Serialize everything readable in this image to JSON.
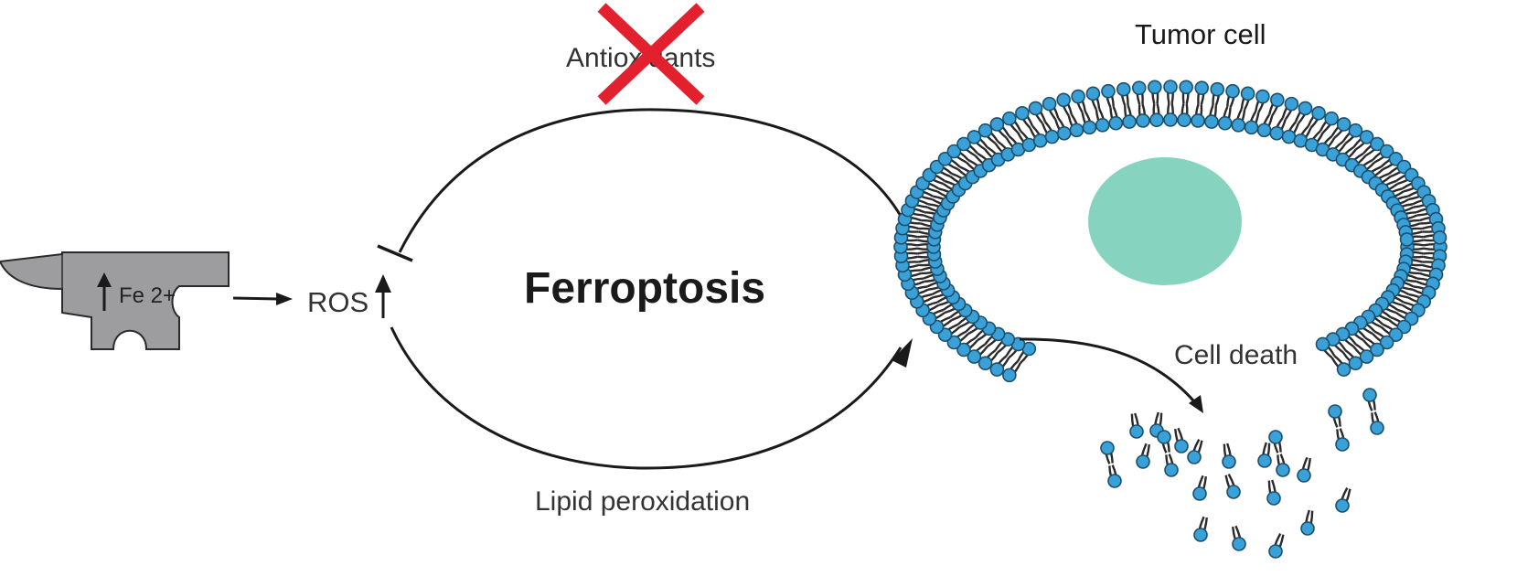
{
  "labels": {
    "antioxidants": "Antioxidants",
    "iron": "Fe 2+",
    "ros": "ROS",
    "ferroptosis": "Ferroptosis",
    "lipid_peroxidation": "Lipid peroxidation",
    "tumor_cell": "Tumor cell",
    "cell_death": "Cell death"
  },
  "icons": {
    "inhibition": "red-x-icon",
    "iron_source": "anvil-icon",
    "increase": "up-arrow-icon"
  },
  "colors": {
    "cross": "#e3202e",
    "anvil": "#9d9c9e",
    "line": "#1a1a1a",
    "lipid_head": "#3aa0d8",
    "nucleus": "#86d4c0"
  }
}
